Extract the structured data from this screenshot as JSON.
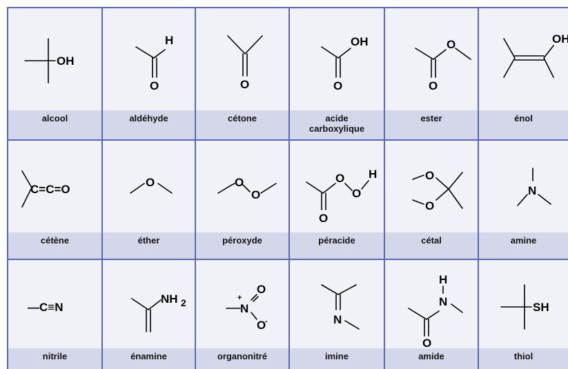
{
  "cells": [
    {
      "id": "alcool",
      "label": [
        "alcool"
      ],
      "atoms": [
        "OH"
      ]
    },
    {
      "id": "aldehyde",
      "label": [
        "aldéhyde"
      ],
      "atoms": [
        "H",
        "O"
      ]
    },
    {
      "id": "cetone",
      "label": [
        "cétone"
      ],
      "atoms": [
        "O"
      ]
    },
    {
      "id": "acide",
      "label": [
        "acide",
        "carboxylique"
      ],
      "atoms": [
        "OH",
        "O"
      ]
    },
    {
      "id": "ester",
      "label": [
        "ester"
      ],
      "atoms": [
        "O",
        "O"
      ]
    },
    {
      "id": "enol",
      "label": [
        "énol"
      ],
      "atoms": [
        "OH"
      ]
    },
    {
      "id": "cetene",
      "label": [
        "cétène"
      ],
      "atoms": [
        "C=C=O"
      ]
    },
    {
      "id": "ether",
      "label": [
        "éther"
      ],
      "atoms": [
        "O"
      ]
    },
    {
      "id": "peroxyde",
      "label": [
        "péroxyde"
      ],
      "atoms": [
        "O",
        "O"
      ]
    },
    {
      "id": "peracide",
      "label": [
        "péracide"
      ],
      "atoms": [
        "O",
        "O",
        "H",
        "O"
      ]
    },
    {
      "id": "cetal",
      "label": [
        "cétal"
      ],
      "atoms": [
        "O",
        "O"
      ]
    },
    {
      "id": "amine",
      "label": [
        "amine"
      ],
      "atoms": [
        "N"
      ]
    },
    {
      "id": "nitrile",
      "label": [
        "nitrile"
      ],
      "atoms": [
        "—C≡N"
      ]
    },
    {
      "id": "enamine",
      "label": [
        "énamine"
      ],
      "atoms": [
        "NH",
        "2"
      ]
    },
    {
      "id": "organonitre",
      "label": [
        "organonitré"
      ],
      "atoms": [
        "+",
        "N",
        "O",
        "O",
        "-"
      ]
    },
    {
      "id": "imine",
      "label": [
        "imine"
      ],
      "atoms": [
        "N"
      ]
    },
    {
      "id": "amide",
      "label": [
        "amide"
      ],
      "atoms": [
        "H",
        "N",
        "O"
      ]
    },
    {
      "id": "thiol",
      "label": [
        "thiol"
      ],
      "atoms": [
        "SH"
      ]
    }
  ]
}
